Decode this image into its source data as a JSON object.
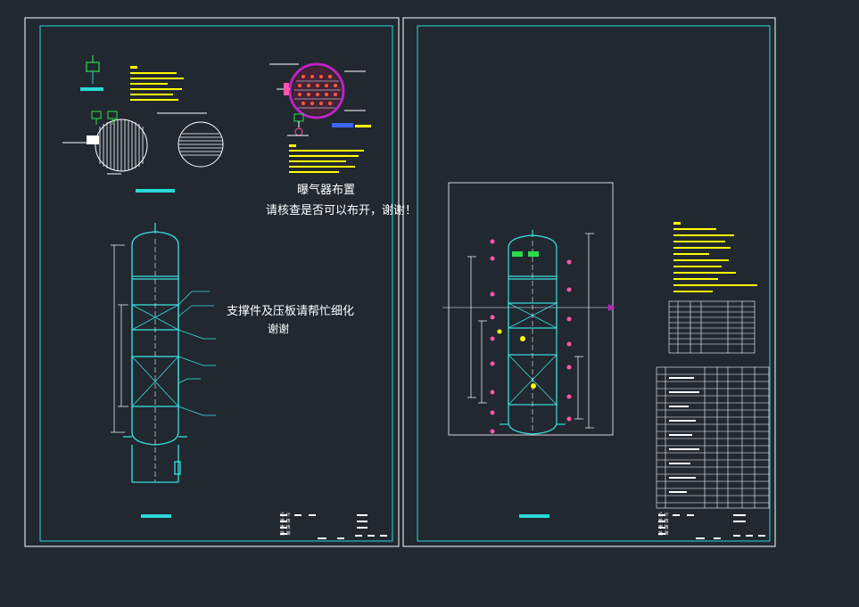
{
  "colors": {
    "background": "#212830",
    "sheet_border": "#ffffff",
    "frame": "#2bd8d8",
    "vessel": "#39e0e0",
    "annotation": "#ffff00",
    "label": "#ffffff",
    "nozzle_pink": "#ff55aa",
    "nozzle_green": "#2bdc4a",
    "plate_magenta": "#c020c0",
    "cad_blue": "#3a66ff"
  },
  "sheets": [
    {
      "title_block": {
        "rows": [
          "设 计",
          "校 核",
          "审 核",
          "批 准"
        ]
      },
      "notes": {
        "distributor_title": "曝气器布置",
        "distributor_request": "请核查是否可以布开，谢谢！",
        "support_request": "支撑件及压板请帮忙细化",
        "support_thanks": "谢谢"
      }
    },
    {
      "title_block": {
        "rows": [
          "设 计",
          "校 核",
          "审 核",
          "批 准"
        ]
      }
    }
  ]
}
